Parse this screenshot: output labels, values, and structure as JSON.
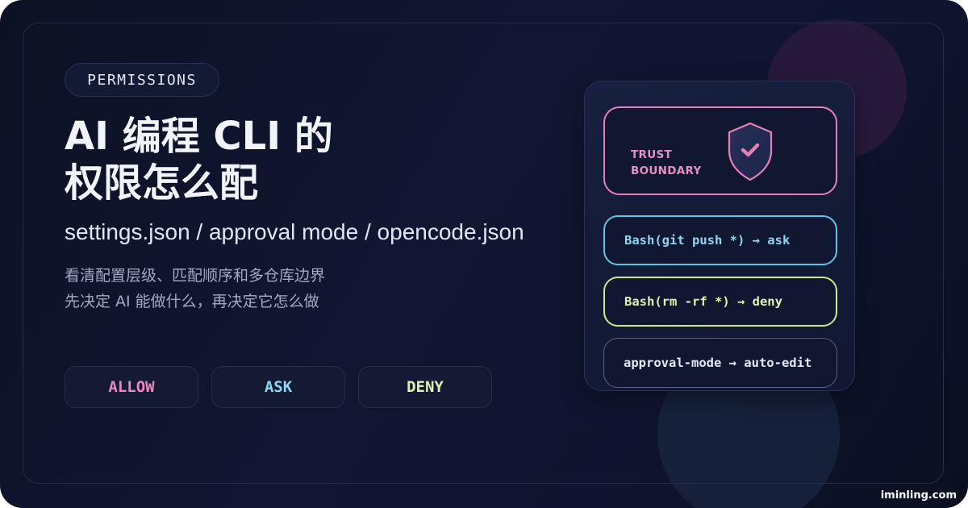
{
  "eyebrow": "PERMISSIONS",
  "title": {
    "line1": "AI 编程 CLI 的",
    "line2": "权限怎么配"
  },
  "subtitle": "settings.json / approval mode / opencode.json",
  "description": {
    "line1": "看清配置层级、匹配顺序和多仓库边界",
    "line2": "先决定 AI 能做什么，再决定它怎么做"
  },
  "pills": [
    {
      "label": "ALLOW",
      "color": "#e889bf"
    },
    {
      "label": "ASK",
      "color": "#8fd6f2"
    },
    {
      "label": "DENY",
      "color": "#e1f0b0"
    }
  ],
  "panel": {
    "trust": {
      "line1": "TRUST",
      "line2": "BOUNDARY",
      "icon": "shield-check-icon",
      "color": "#e680b8"
    },
    "rules": [
      {
        "text": "Bash(git push *) → ask",
        "color": "#5fc4ea"
      },
      {
        "text": "Bash(rm -rf *) → deny",
        "color": "#cde88f"
      },
      {
        "text": "approval-mode → auto-edit",
        "color": "#59607e"
      }
    ]
  },
  "watermark": "iminling.com"
}
